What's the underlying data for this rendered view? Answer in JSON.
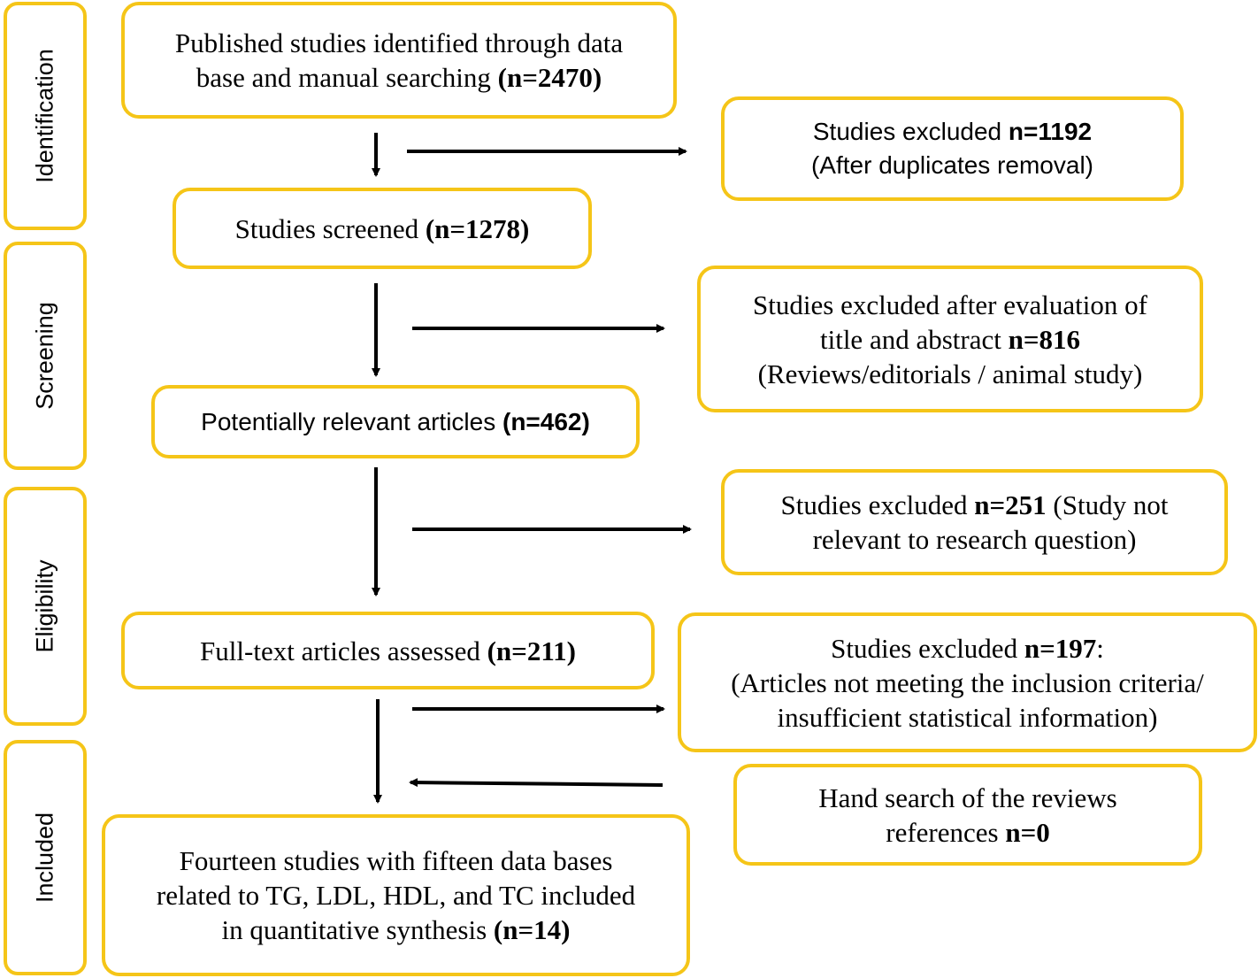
{
  "stages": [
    "Identification",
    "Screening",
    "Eligibility",
    "Included"
  ],
  "main_flow": {
    "identified": {
      "lines": [
        [
          "Published studies identified through data",
          ""
        ],
        [
          "base and manual searching ",
          "(n=2470)"
        ]
      ]
    },
    "screened": {
      "text": "Studies screened ",
      "count": "(n=1278)"
    },
    "relevant": {
      "text": "Potentially relevant articles ",
      "count": "(n=462)"
    },
    "assessed": {
      "text": "Full-text articles assessed ",
      "count": "(n=211)"
    },
    "included": {
      "line1": "Fourteen studies with fifteen data bases",
      "line2": "related to TG, LDL, HDL, and TC included",
      "line3": "in quantitative synthesis ",
      "count": "(n=14)"
    }
  },
  "side_boxes": {
    "excluded_duplicates": {
      "text": "Studies excluded ",
      "count": "n=1192",
      "line2": "(After duplicates removal)"
    },
    "excluded_title_abstract": {
      "line1": "Studies excluded after evaluation of",
      "line2": "title and abstract ",
      "count": "n=816",
      "line3": "(Reviews/editorials / animal study)"
    },
    "excluded_not_relevant": {
      "text": "Studies excluded ",
      "count": "n=251",
      "tail": " (Study not",
      "line2": "relevant to research question)"
    },
    "excluded_criteria": {
      "text": "Studies excluded ",
      "count": "n=197",
      "tail": ":",
      "line2": "(Articles not meeting the inclusion criteria/",
      "line3": "insufficient statistical information)"
    },
    "hand_search": {
      "line1": "Hand search of the reviews",
      "line2": "references ",
      "count": "n=0"
    }
  },
  "colors": {
    "box_border": "#f5c518",
    "arrow": "#000000"
  }
}
